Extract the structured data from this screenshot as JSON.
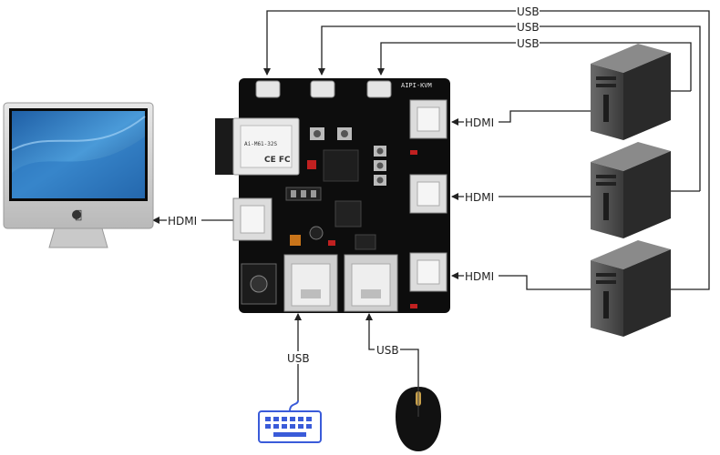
{
  "labels": {
    "usb_top_1": "USB",
    "usb_top_2": "USB",
    "usb_top_3": "USB",
    "hdmi_in_1": "HDMI",
    "hdmi_in_2": "HDMI",
    "hdmi_in_3": "HDMI",
    "hdmi_out": "HDMI",
    "usb_keyboard": "USB",
    "usb_mouse": "USB"
  },
  "board": {
    "title": "AIPI-KVM",
    "module_text_1": "Ai-M61-32S",
    "module_text_2": "CE FC"
  },
  "colors": {
    "board": "#0d0d0d",
    "wire": "#222222",
    "keyboard": "#3a5bd9",
    "screen": "#2d6fb8"
  },
  "icons": {
    "computer": "imac-icon",
    "server": "tower-server-icon",
    "keyboard": "keyboard-icon",
    "mouse": "mouse-icon"
  }
}
